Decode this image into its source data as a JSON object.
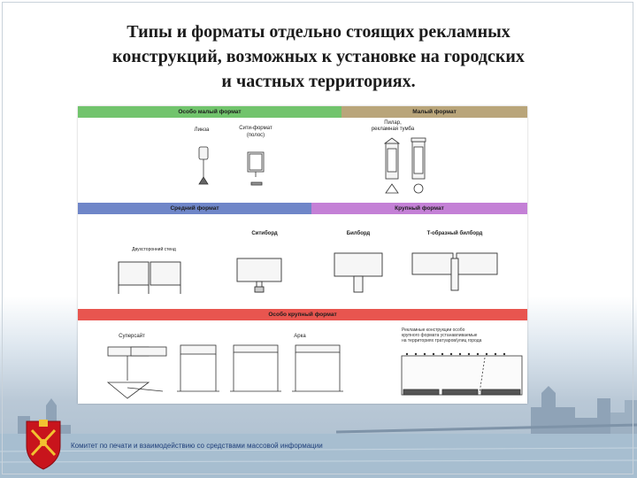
{
  "title": {
    "line1": "Типы и форматы отдельно стоящих рекламных",
    "line2": "конструкций, возможных к установке на городских",
    "line3": "и частных территориях."
  },
  "figure": {
    "band_extra_small": "Особо малый формат",
    "band_small": "Малый формат",
    "band_medium": "Средний формат",
    "band_large": "Крупный формат",
    "band_extra_large": "Особо крупный формат",
    "label_linza": "Линза",
    "label_citi_format": "Сити-формат",
    "label_citi_format_sub": "(полос)",
    "label_pilar": "Пилар,",
    "label_tumba": "рекламная тумба",
    "label_double_stand": "Двухсторонний стенд",
    "label_citybord": "Ситиборд",
    "label_bilbord": "Билборд",
    "label_t_bilbord": "T-образный билборд",
    "label_supersite": "Суперсайт",
    "label_arka": "Арка",
    "label_note_line1": "Рекламные конструкции особо",
    "label_note_line2": "крупного формата устанавливаемые",
    "label_note_line3": "на территориях тратуаров/улиц города"
  },
  "footer": {
    "org_text": "Комитет по печати и взаимодействию со средствами массовой информации"
  },
  "colors": {
    "band_green": "#71c46c",
    "band_tan": "#b9a57a",
    "band_blue": "#6f86c8",
    "band_violet": "#c480d6",
    "band_red": "#e8554f"
  },
  "icons": [
    "coat-of-arms-icon"
  ]
}
